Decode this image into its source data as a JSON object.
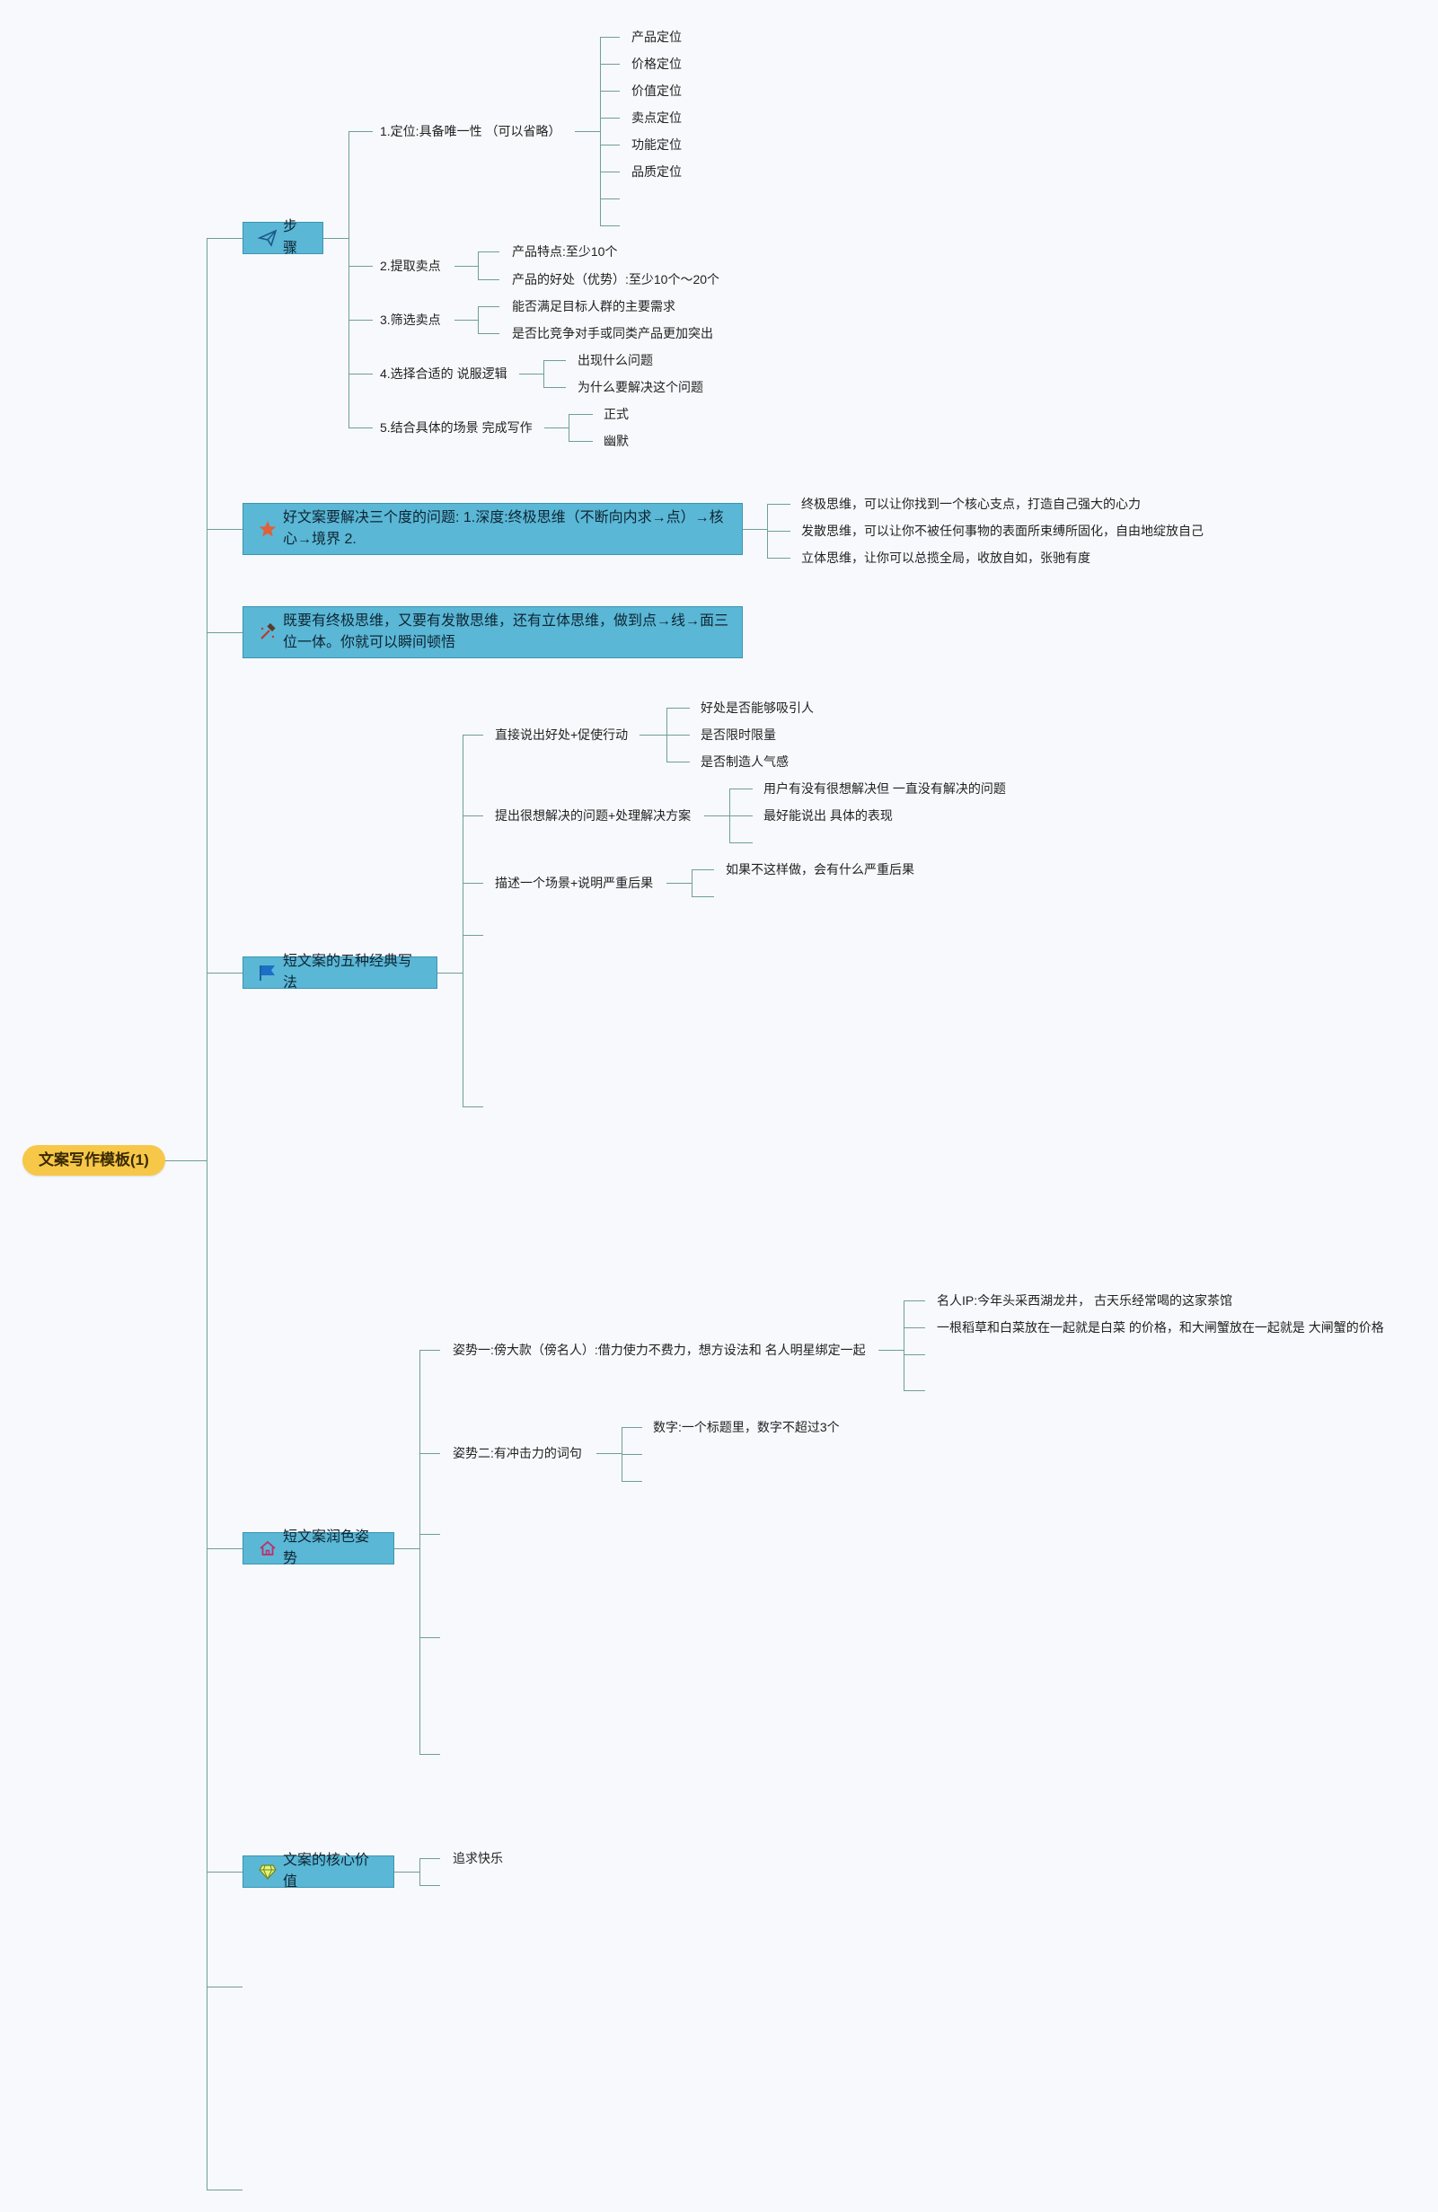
{
  "root": {
    "label": "文案写作模板(1)"
  },
  "topics": {
    "steps": {
      "label": "步骤",
      "icon": "paper-plane-icon"
    },
    "three_dims": {
      "label": "好文案要解决三个度的问题: 1.深度:终极思维（不断向内求→点）→核心→境界 2.",
      "icon": "star-icon"
    },
    "combine": {
      "label": "既要有终极思维，又要有发散思维，还有立体思维，做到点→线→面三位一体。你就可以瞬间顿悟",
      "icon": "hammer-icon"
    },
    "five_methods": {
      "label": "短文案的五种经典写法",
      "icon": "flag-icon"
    },
    "polish": {
      "label": "短文案润色姿势",
      "icon": "house-icon"
    },
    "core_value": {
      "label": "文案的核心价值",
      "icon": "diamond-icon"
    }
  },
  "steps": {
    "s1": "1.定位:具备唯一性 （可以省略）",
    "s1_items": [
      "产品定位",
      "价格定位",
      "价值定位",
      "卖点定位",
      "功能定位",
      "品质定位"
    ],
    "s2": "2.提取卖点",
    "s2_items": [
      "产品特点:至少10个",
      "产品的好处（优势）:至少10个～20个"
    ],
    "s3": "3.筛选卖点",
    "s3_items": [
      "能否满足目标人群的主要需求",
      "是否比竞争对手或同类产品更加突出"
    ],
    "s4": "4.选择合适的 说服逻辑",
    "s4_items": [
      "出现什么问题",
      "为什么要解决这个问题"
    ],
    "s5": "5.结合具体的场景 完成写作",
    "s5_items": [
      "正式",
      "幽默"
    ]
  },
  "three_dims_items": [
    "终极思维，可以让你找到一个核心支点，打造自己强大的心力",
    "发散思维，可以让你不被任何事物的表面所束缚所固化，自由地绽放自己",
    "立体思维，让你可以总揽全局，收放自如，张驰有度"
  ],
  "five_methods": {
    "m1": "直接说出好处+促使行动",
    "m1_items": [
      "好处是否能够吸引人",
      "是否限时限量",
      "是否制造人气感"
    ],
    "m2": "提出很想解决的问题+处理解决方案",
    "m2_items": [
      "用户有没有很想解决但 一直没有解决的问题",
      "最好能说出 具体的表现"
    ],
    "m3": "描述一个场景+说明严重后果",
    "m3_items": [
      "如果不这样做，会有什么严重后果"
    ]
  },
  "polish": {
    "p1": "姿势一:傍大款（傍名人）:借力使力不费力，想方设法和 名人明星绑定一起",
    "p1_items": [
      "名人IP:今年头采西湖龙井， 古天乐经常喝的这家茶馆",
      "一根稻草和白菜放在一起就是白菜 的价格，和大闸蟹放在一起就是 大闸蟹的价格"
    ],
    "p2": "姿势二:有冲击力的词句",
    "p2_items": [
      "数字:一个标题里，数字不超过3个"
    ]
  },
  "core_value_items": [
    "追求快乐"
  ],
  "colors": {
    "line": "#6f9e98",
    "root_bg": "#f7c748",
    "topic_bg": "#5ab7d6",
    "topic_border": "#3c95b3",
    "background": "#f7f9fc"
  }
}
